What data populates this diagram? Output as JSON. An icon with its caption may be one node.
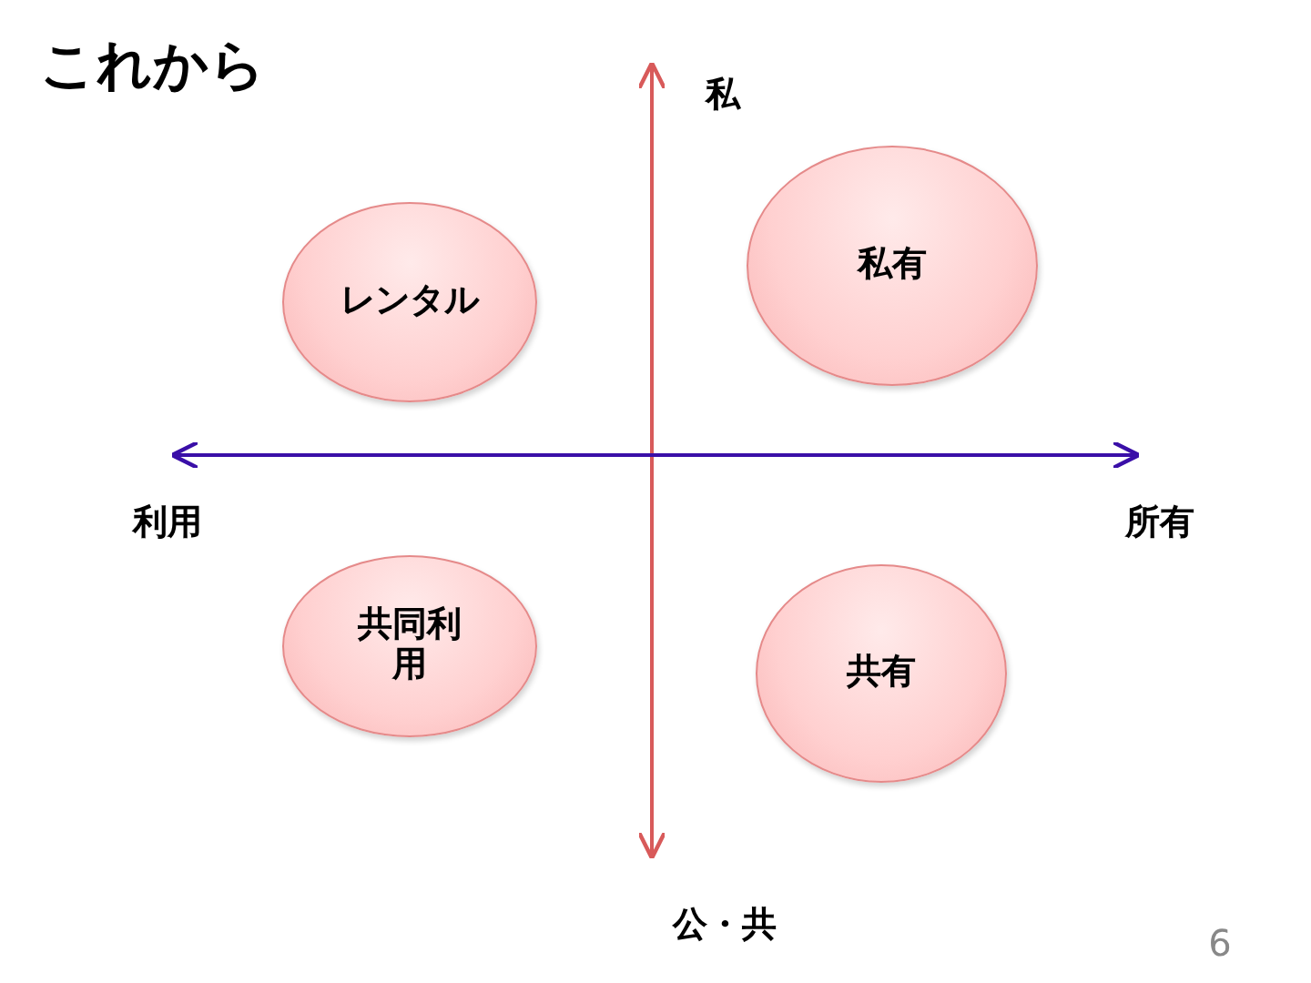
{
  "diagram": {
    "title": "これから",
    "nodes": [
      {
        "text": [
          "レンタル"
        ]
      },
      {
        "text": [
          "私有"
        ]
      },
      {
        "text": [
          "共同利用"
        ]
      },
      {
        "text": [
          "共有"
        ]
      }
    ],
    "labels": [
      "私",
      "利用",
      "所有",
      "公・共",
      "6"
    ]
  }
}
